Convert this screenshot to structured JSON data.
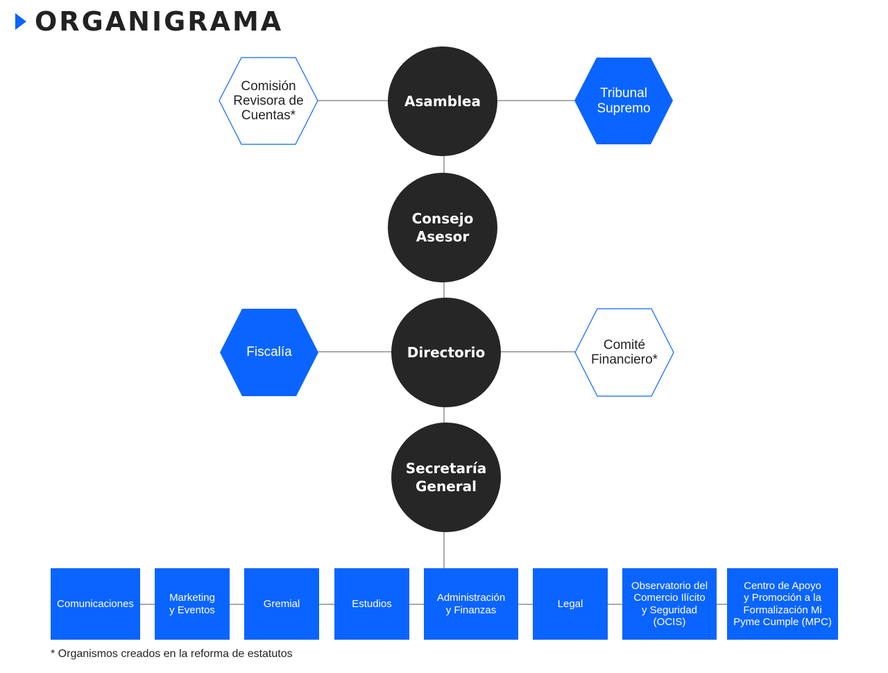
{
  "header": {
    "title": "ORGANIGRAMA"
  },
  "colors": {
    "accent": "#0a64ff",
    "node_dark": "#262626",
    "connector": "#555555"
  },
  "nodes": {
    "asamblea": "Asamblea",
    "consejo_asesor": "Consejo\nAsesor",
    "directorio": "Directorio",
    "secretaria_general": "Secretaría\nGeneral"
  },
  "side_bodies": {
    "comision_revisora": "Comisión\nRevisora de\nCuentas*",
    "tribunal_supremo": "Tribunal\nSupremo",
    "fiscalia": "Fiscalía",
    "comite_financiero": "Comité\nFinanciero*"
  },
  "departments": [
    "Comunicaciones",
    "Marketing\ny Eventos",
    "Gremial",
    "Estudios",
    "Administración\ny Finanzas",
    "Legal",
    "Observatorio del\nComercio Ilícito\ny Seguridad\n(OCIS)",
    "Centro de Apoyo\ny Promoción a la\nFormalización Mi\nPyme Cumple (MPC)"
  ],
  "footnote": "* Organismos creados en la reforma de estatutos"
}
